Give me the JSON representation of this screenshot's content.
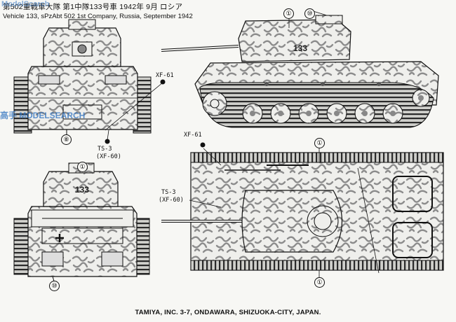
{
  "header": {
    "title_jp": "第502重戦車大隊 第1中隊133号車 1942年 9月 ロシア",
    "title_en": "Vehicle 133, sPzAbt 502 1st Company, Russia, September 1942"
  },
  "watermark": {
    "top_text": "ModelScarch",
    "mid_text": "高手 MODELSEARCH"
  },
  "paints": {
    "xf61": "XF-61",
    "ts3": "TS-3",
    "xf60": "(XF-60)"
  },
  "markings": {
    "one": "①",
    "ten": "⑩",
    "eight": "⑧",
    "hull_number": "133"
  },
  "footer": {
    "text": "TAMIYA, INC. 3-7, ONDAWARA, SHIZUOKA-CITY, JAPAN."
  },
  "colors": {
    "base_white": "#efefec",
    "camo_gray": "#8c8c8c",
    "line": "#111111",
    "watermark": "#2a6fbf"
  }
}
